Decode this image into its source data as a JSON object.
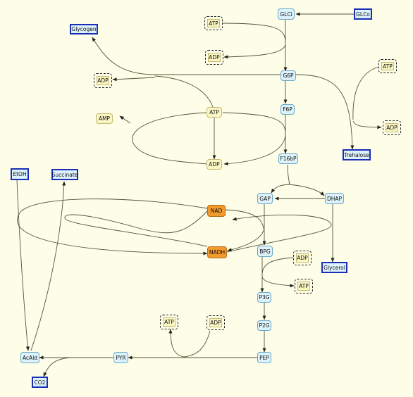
{
  "nodes": {
    "glci": "GLCi",
    "glco": "GLCo",
    "atp_top": "ATP",
    "glycogen": "Glycogen",
    "adp_top": "ADP",
    "g6p": "G6P",
    "adp_left": "ADP",
    "atp_right": "ATP",
    "amp": "AMP",
    "atp_mid": "ATP",
    "f6p": "F6P",
    "adp_right": "ADP",
    "trehalose": "Trehalose",
    "adp_mid": "ADP",
    "f16bp": "F16bP",
    "etoh": "EtOH",
    "succinate": "Succinate",
    "gap": "GAP",
    "dhap": "DHAP",
    "nad": "NAD",
    "nadh": "NADH",
    "bpg": "BPG",
    "adp_bpg": "ADP",
    "glycerol": "Glycerol",
    "atp_bpg": "ATP",
    "p3g": "P3G",
    "p2g": "P2G",
    "atp_pk": "ATP",
    "adp_pk": "ADP",
    "acald": "AcAld",
    "pyr": "PYR",
    "pep": "PEP",
    "co2": "CO2"
  },
  "colors": {
    "metabolite_fill": "#ddf2fb",
    "cofactor_fill": "#fbf7c5",
    "redox_fill": "#f39a2c",
    "external_border": "#1a2fb5",
    "edge": "#55533a",
    "background": "#fdfde8"
  }
}
